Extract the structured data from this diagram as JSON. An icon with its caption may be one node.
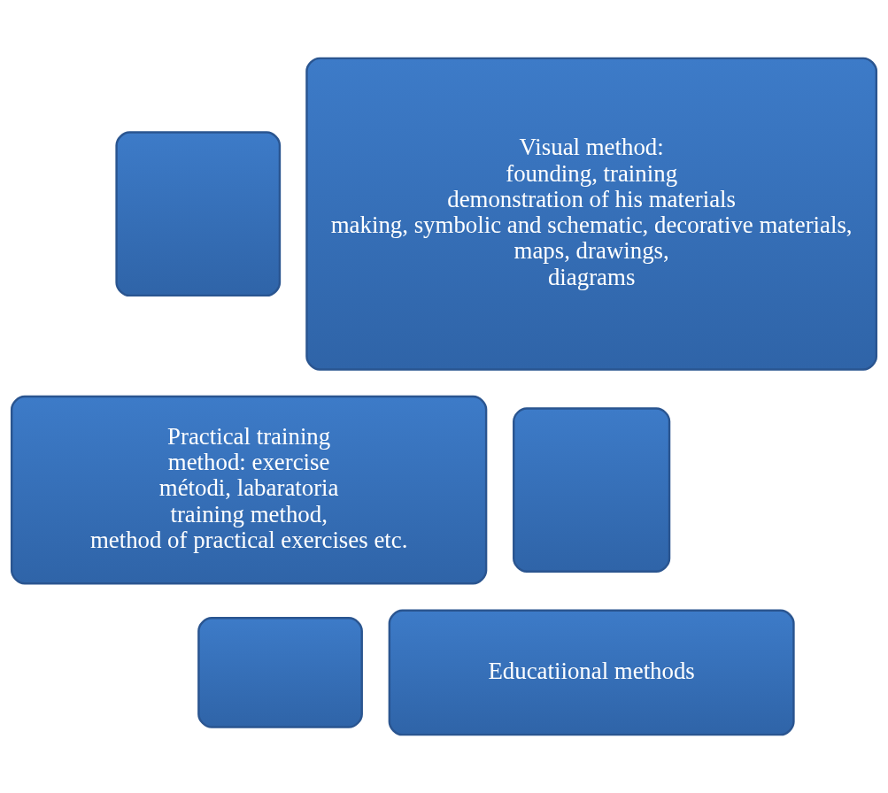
{
  "diagram": {
    "nodes": [
      {
        "text": [],
        "shape": "box"
      },
      {
        "text": [
          "Visual method:",
          "founding, training",
          "demonstration of his materials",
          "making, symbolic and schematic, decorative materials,",
          "maps, drawings,",
          "diagrams"
        ]
      },
      {
        "text": [
          "Practical training",
          "method: exercise",
          "métodi, labaratoria",
          "training method,",
          "method of practical exercises etc."
        ]
      },
      {
        "text": [],
        "shape": "box"
      },
      {
        "text": [],
        "shape": "box"
      },
      {
        "text": [
          "Educatiional methods"
        ]
      }
    ],
    "edges": []
  }
}
